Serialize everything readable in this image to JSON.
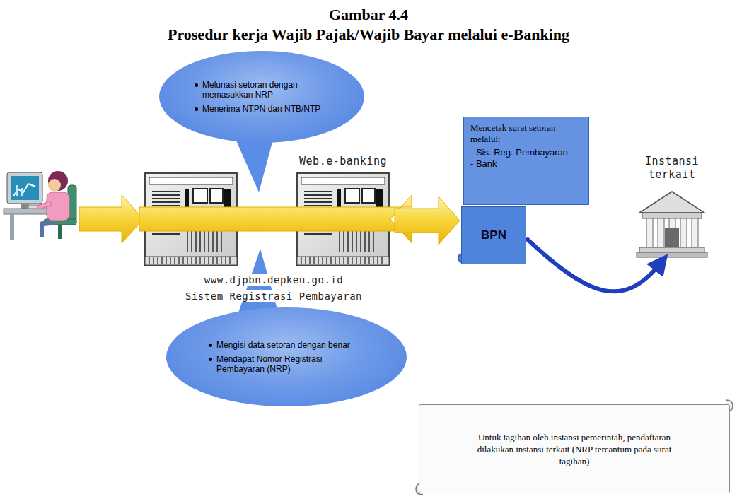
{
  "diagram": {
    "title": "Gambar 4.4",
    "nodes": [
      {
        "text": [
          "www.djpbn.depkeu.go.id",
          "Sistem Registrasi Pembayaran"
        ]
      },
      {
        "text": [
          "Web.e-banking"
        ]
      },
      {
        "text": [
          "Mencetak surat setoran melalui:",
          "- Sis. Reg. Pembayaran",
          "- Bank"
        ]
      },
      {
        "text": [
          "BPN"
        ]
      },
      {
        "text": [
          "Instansi terkait"
        ]
      },
      {
        "text": [
          "Melunasi setoran dengan memasukkan NRP",
          "Menerima NTPN dan NTB/NTP"
        ]
      },
      {
        "text": [
          "Mengisi data setoran dengan benar",
          "Mendapat Nomor Registrasi Pembayaran (NRP)"
        ]
      },
      {
        "text": [
          "Untuk tagihan oleh instansi pemerintah, pendaftaran dilakukan instansi terkait (NRP tercantum pada surat tagihan)"
        ]
      }
    ],
    "edges": [
      {
        "from": 0,
        "to": 1,
        "arrow": "to"
      },
      {
        "from": 1,
        "to": 3,
        "arrow": "to"
      },
      {
        "from": 3,
        "to": 4,
        "arrow": "to"
      }
    ],
    "labels": [
      "Prosedur kerja Wajib Pajak/Wajib Bayar melalui e-Banking"
    ]
  }
}
